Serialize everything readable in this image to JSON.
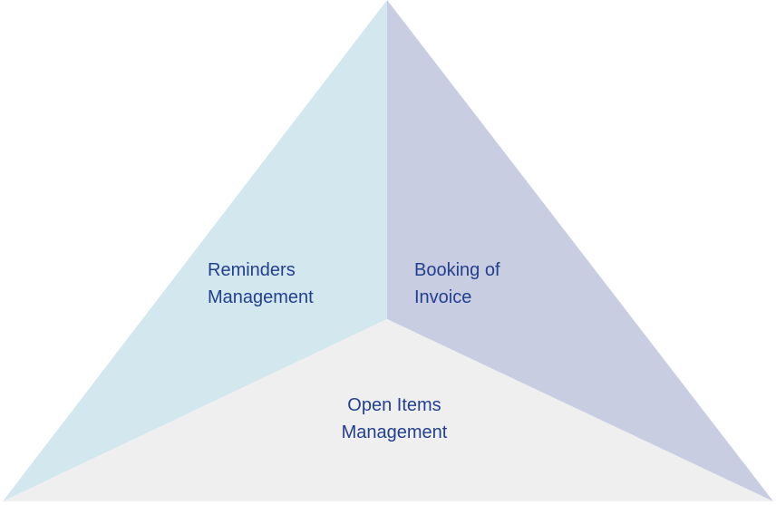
{
  "segments": [
    {
      "label_line1": "Reminders",
      "label_line2": "Management",
      "color": "#d2e7ee"
    },
    {
      "label_line1": "Booking of",
      "label_line2": "Invoice",
      "color": "#c8cde1"
    },
    {
      "label_line1": "Open Items",
      "label_line2": "Management",
      "color": "#efefef"
    }
  ],
  "text_color": "#23408e"
}
